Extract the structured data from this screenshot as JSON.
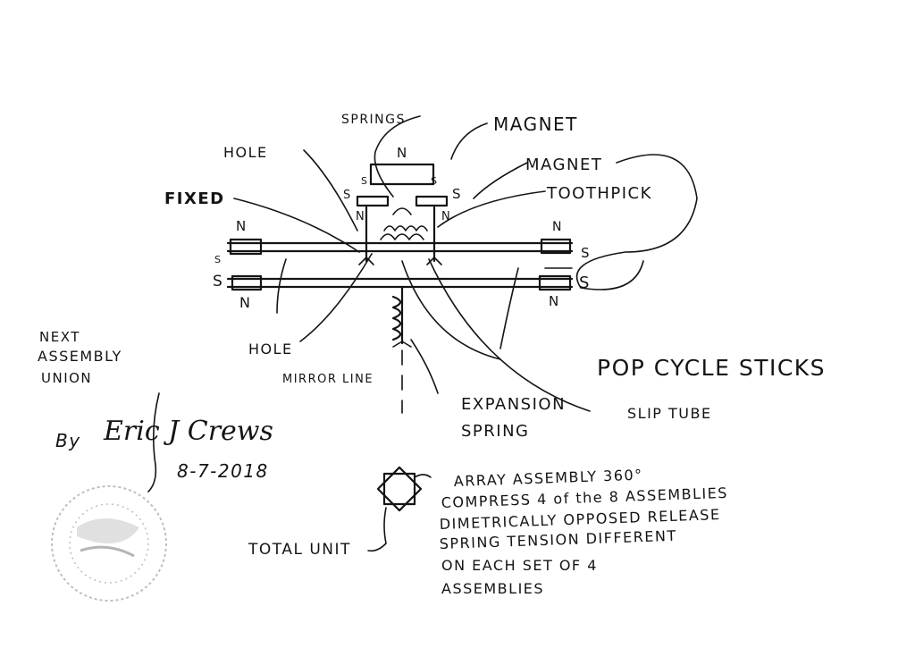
{
  "labels": {
    "springs": "SPRINGS",
    "magnet_top": "MAGNET",
    "magnet_right": "MAGNET",
    "hole_top": "HOLE",
    "fixed": "FIXED",
    "toothpick": "TOOTHPICK",
    "hole_bottom": "HOLE",
    "mirror_line": "MIRROR LINE",
    "expansion_spring_1": "EXPANSION",
    "expansion_spring_2": "SPRING",
    "slip_tube": "SLIP TUBE",
    "popsicle_sticks": "POP CYCLE STICKS",
    "next_assembly_1": "NEXT",
    "next_assembly_2": "ASSEMBLY",
    "next_assembly_3": "UNION",
    "by": "By",
    "signature": "Eric J Crews",
    "date": "8-7-2018",
    "total_unit": "TOTAL UNIT",
    "array_1": "ARRAY ASSEMBLY 360°",
    "array_2": "COMPRESS 4 of the 8 ASSEMBLIES",
    "array_3": "DIMETRICALLY OPPOSED RELEASE",
    "array_4": "SPRING TENSION DIFFERENT",
    "array_5": "ON EACH SET OF 4",
    "array_6": "ASSEMBLIES"
  },
  "poles": {
    "n": "N",
    "s": "S"
  },
  "colors": {
    "ink": "#141414",
    "paper": "#ffffff",
    "stamp": "#8a8a8a"
  }
}
